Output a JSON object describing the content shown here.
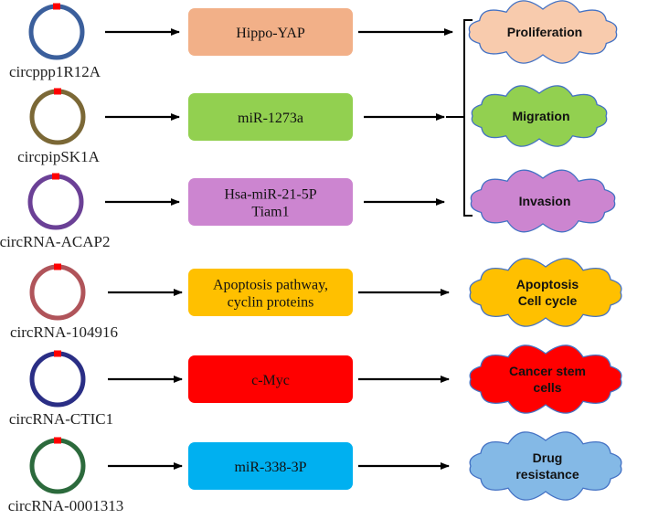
{
  "rows": [
    {
      "circ_label": "circppp1R12A",
      "ring_color": "#3b5f9c",
      "box_lines": [
        "Hippo-YAP"
      ],
      "box_color": "#f2b088",
      "outcome_key": "proliferation"
    },
    {
      "circ_label": "circpipSK1A",
      "ring_color": "#7b6836",
      "box_lines": [
        "miR-1273a"
      ],
      "box_color": "#92d050",
      "outcome_key": "migration"
    },
    {
      "circ_label": "circRNA-ACAP2",
      "ring_color": "#6b4096",
      "box_lines": [
        "Hsa-miR-21-5P",
        "Tiam1"
      ],
      "box_color": "#cc85d0",
      "outcome_key": "invasion"
    },
    {
      "circ_label": "circRNA-104916",
      "ring_color": "#b0545a",
      "box_lines": [
        "Apoptosis pathway,",
        "cyclin proteins"
      ],
      "box_color": "#ffc000",
      "outcome_key": "apoptosis"
    },
    {
      "circ_label": "circRNA-CTIC1",
      "ring_color": "#2a2e85",
      "box_lines": [
        "c-Myc"
      ],
      "box_color": "#ff0000",
      "outcome_key": "stem"
    },
    {
      "circ_label": "circRNA-0001313",
      "ring_color": "#2c6a3c",
      "box_lines": [
        "miR-338-3P"
      ],
      "box_color": "#00b0f0",
      "outcome_key": "drug"
    }
  ],
  "outcomes": {
    "proliferation": {
      "lines": [
        "Proliferation"
      ],
      "fill": "#f8cbad",
      "stroke": "#4472c4"
    },
    "migration": {
      "lines": [
        "Migration"
      ],
      "fill": "#92d050",
      "stroke": "#4472c4"
    },
    "invasion": {
      "lines": [
        "Invasion"
      ],
      "fill": "#cc85d0",
      "stroke": "#4472c4"
    },
    "apoptosis": {
      "lines": [
        "Apoptosis",
        "Cell cycle"
      ],
      "fill": "#ffc000",
      "stroke": "#4472c4"
    },
    "stem": {
      "lines": [
        "Cancer stem",
        "cells"
      ],
      "fill": "#ff0000",
      "stroke": "#4472c4"
    },
    "drug": {
      "lines": [
        "Drug",
        "resistance"
      ],
      "fill": "#84b9e6",
      "stroke": "#4472c4"
    }
  },
  "marker_color": "#ff0000",
  "arrow_color": "#000000"
}
